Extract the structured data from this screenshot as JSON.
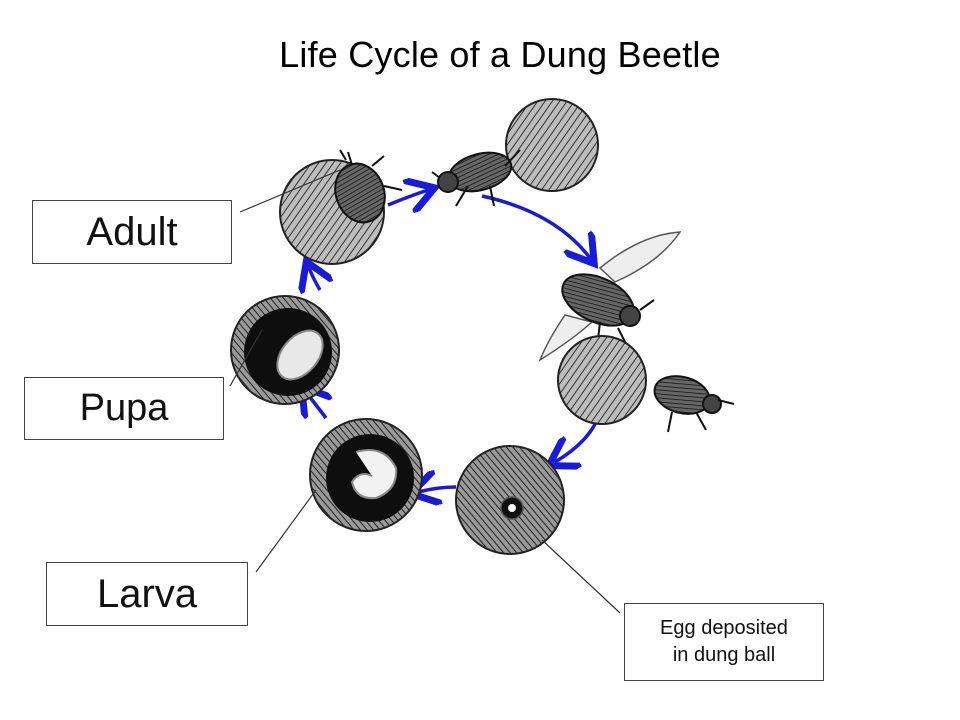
{
  "title": "Life Cycle of a Dung Beetle",
  "stages": {
    "adult": "Adult",
    "pupa": "Pupa",
    "larva": "Larva",
    "egg_line1": "Egg deposited",
    "egg_line2": "in dung ball"
  },
  "colors": {
    "arrow": "#1a1adb",
    "ball_dark": "#2a2a2a",
    "outline": "#222222"
  }
}
